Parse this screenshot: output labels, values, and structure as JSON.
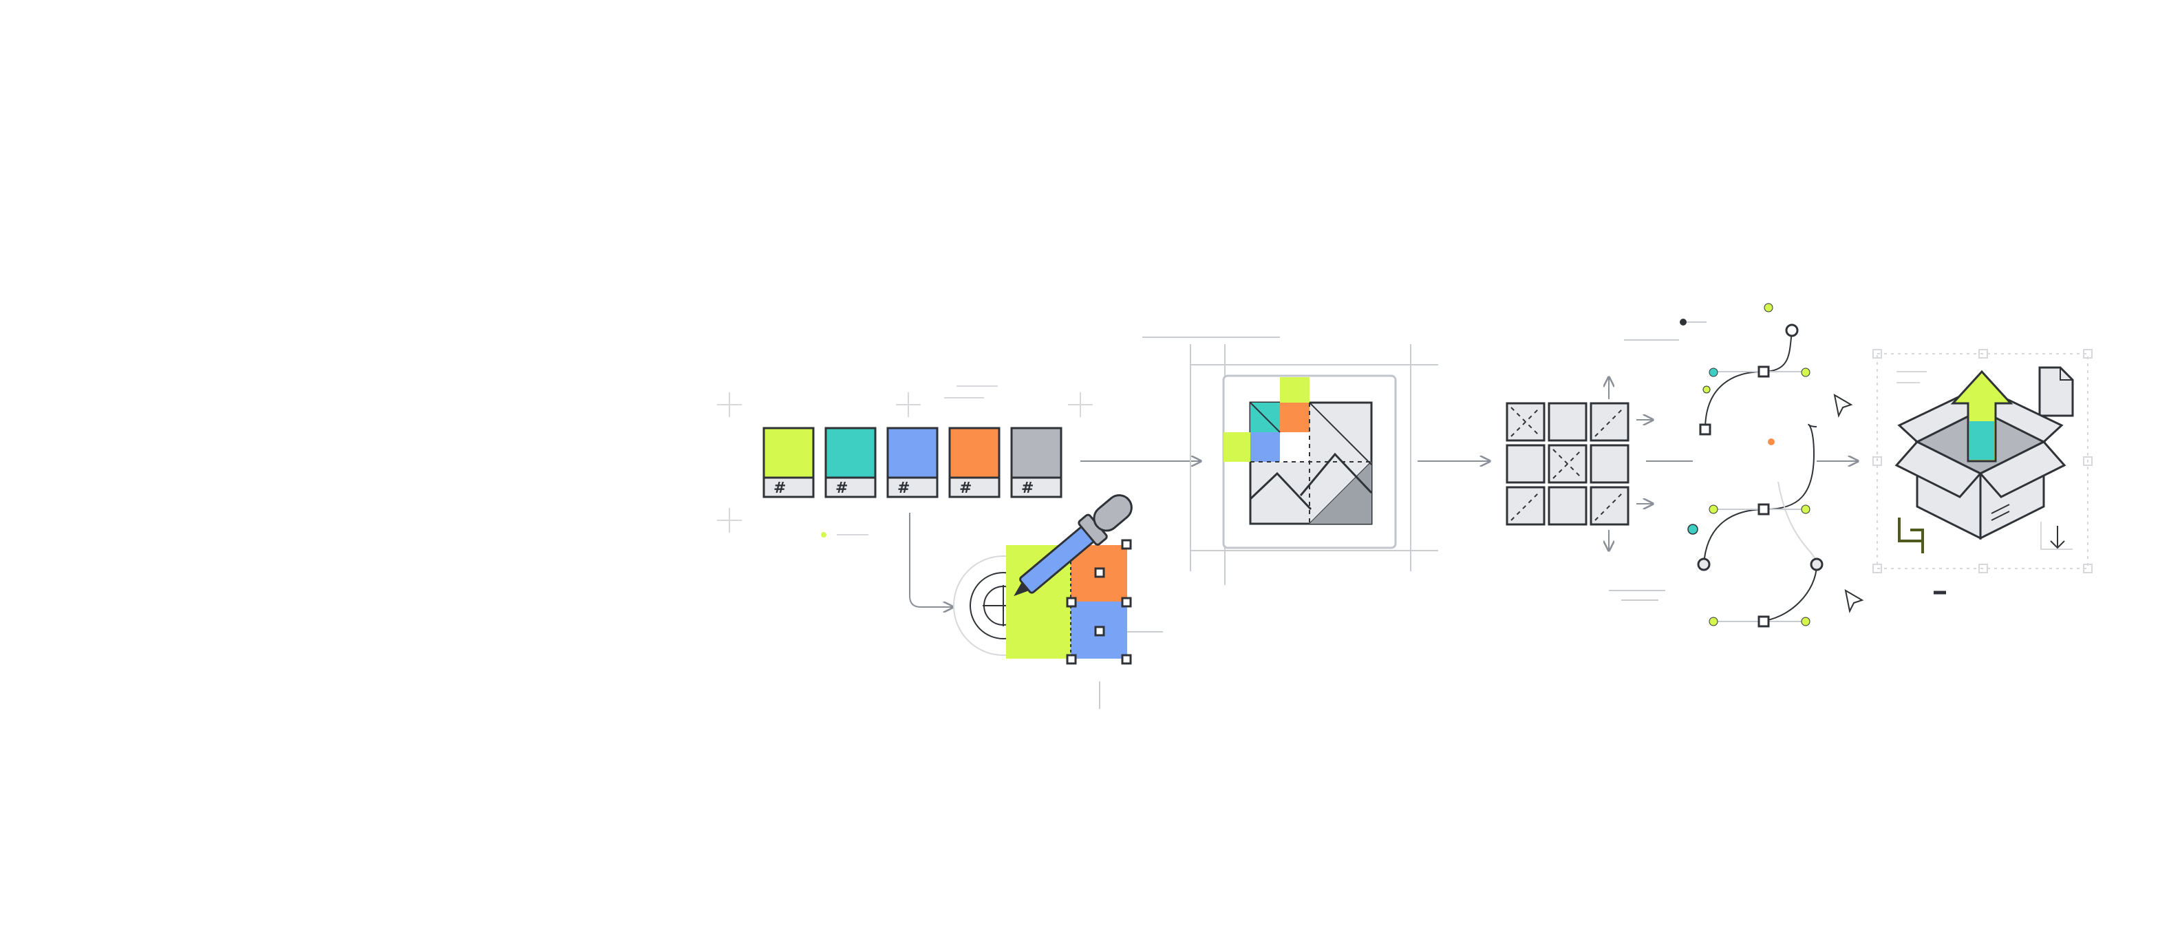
{
  "colors": {
    "lime": "#d4f84e",
    "teal": "#3ecfc2",
    "blue": "#79a3f5",
    "orange": "#fb8f4a",
    "gray": "#b3b6bc",
    "tile": "#e6e8eb",
    "ink": "#2f3338"
  },
  "swatches": [
    {
      "color": "lime",
      "code_mark": "#"
    },
    {
      "color": "teal",
      "code_mark": "#"
    },
    {
      "color": "blue",
      "code_mark": "#"
    },
    {
      "color": "orange",
      "code_mark": "#"
    },
    {
      "color": "gray",
      "code_mark": "#"
    }
  ],
  "stages": [
    {
      "id": "color-palette",
      "icon": "palette-swatches-icon"
    },
    {
      "id": "color-picking",
      "icon": "eyedropper-icon"
    },
    {
      "id": "image-composition",
      "icon": "image-frame-icon"
    },
    {
      "id": "grid-tiling",
      "icon": "grid-tiles-icon"
    },
    {
      "id": "vector-paths",
      "icon": "bezier-nodes-icon"
    },
    {
      "id": "export-package",
      "icon": "export-box-icon"
    }
  ]
}
